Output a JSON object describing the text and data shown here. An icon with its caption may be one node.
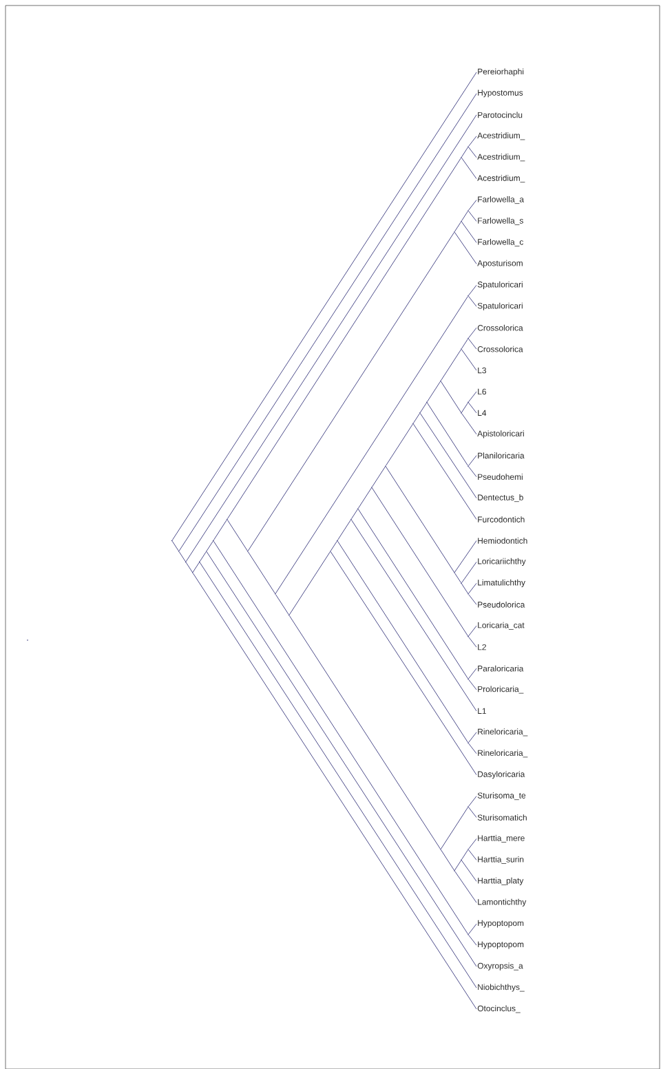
{
  "diagram": {
    "nodes": [
      {
        "text": [
          "Pereiorhaphi"
        ]
      },
      {
        "text": [
          "Hypostomus"
        ]
      },
      {
        "text": [
          "Parotocinclu"
        ]
      },
      {
        "text": [
          "Acestridium_"
        ]
      },
      {
        "text": [
          "Acestridium_"
        ]
      },
      {
        "text": [
          "Acestridium_"
        ]
      },
      {
        "text": [
          "Farlowella_a"
        ]
      },
      {
        "text": [
          "Farlowella_s"
        ]
      },
      {
        "text": [
          "Farlowella_c"
        ]
      },
      {
        "text": [
          "Aposturisom"
        ]
      },
      {
        "text": [
          "Spatuloricari"
        ]
      },
      {
        "text": [
          "Spatuloricari"
        ]
      },
      {
        "text": [
          "Crossolorica"
        ]
      },
      {
        "text": [
          "Crossolorica"
        ]
      },
      {
        "text": [
          "L3"
        ]
      },
      {
        "text": [
          "L6"
        ]
      },
      {
        "text": [
          "L4"
        ]
      },
      {
        "text": [
          "Apistoloricari"
        ]
      },
      {
        "text": [
          "Planiloricaria"
        ]
      },
      {
        "text": [
          "Pseudohemi"
        ]
      },
      {
        "text": [
          "Dentectus_b"
        ]
      },
      {
        "text": [
          "Furcodontich"
        ]
      },
      {
        "text": [
          "Hemiodontich"
        ]
      },
      {
        "text": [
          "Loricariichthy"
        ]
      },
      {
        "text": [
          "Limatulichthy"
        ]
      },
      {
        "text": [
          "Pseudolorica"
        ]
      },
      {
        "text": [
          "Loricaria_cat"
        ]
      },
      {
        "text": [
          "L2"
        ]
      },
      {
        "text": [
          "Paraloricaria"
        ]
      },
      {
        "text": [
          "Proloricaria_"
        ]
      },
      {
        "text": [
          "L1"
        ]
      },
      {
        "text": [
          "Rineloricaria_"
        ]
      },
      {
        "text": [
          "Rineloricaria_"
        ]
      },
      {
        "text": [
          "Dasyloricaria"
        ]
      },
      {
        "text": [
          "Sturisoma_te"
        ]
      },
      {
        "text": [
          "Sturisomatich"
        ]
      },
      {
        "text": [
          "Harttia_mere"
        ]
      },
      {
        "text": [
          "Harttia_surin"
        ]
      },
      {
        "text": [
          "Harttia_platy"
        ]
      },
      {
        "text": [
          "Lamontichthy"
        ]
      },
      {
        "text": [
          "Hypoptopom"
        ]
      },
      {
        "text": [
          "Hypoptopom"
        ]
      },
      {
        "text": [
          "Oxyropsis_a"
        ]
      },
      {
        "text": [
          "Niobichthys_"
        ]
      },
      {
        "text": [
          "Otocinclus_"
        ]
      },
      {
        "text": [],
        "shape": "point"
      },
      {
        "text": [],
        "shape": "point"
      },
      {
        "text": [],
        "shape": "point"
      },
      {
        "text": [],
        "shape": "point"
      },
      {
        "text": [],
        "shape": "point"
      },
      {
        "text": [],
        "shape": "point"
      },
      {
        "text": [],
        "shape": "point"
      },
      {
        "text": [],
        "shape": "point"
      },
      {
        "text": [],
        "shape": "point"
      },
      {
        "text": [],
        "shape": "point"
      },
      {
        "text": [],
        "shape": "point"
      },
      {
        "text": [],
        "shape": "point"
      },
      {
        "text": [],
        "shape": "point"
      },
      {
        "text": [],
        "shape": "point"
      },
      {
        "text": [],
        "shape": "point"
      },
      {
        "text": [],
        "shape": "point"
      },
      {
        "text": [],
        "shape": "point"
      },
      {
        "text": [],
        "shape": "point"
      },
      {
        "text": [],
        "shape": "point"
      },
      {
        "text": [],
        "shape": "point"
      },
      {
        "text": [],
        "shape": "point"
      },
      {
        "text": [],
        "shape": "point"
      },
      {
        "text": [],
        "shape": "point"
      },
      {
        "text": [],
        "shape": "point"
      },
      {
        "text": [],
        "shape": "point"
      },
      {
        "text": [],
        "shape": "point"
      },
      {
        "text": [],
        "shape": "point"
      },
      {
        "text": [],
        "shape": "point"
      },
      {
        "text": [],
        "shape": "point"
      },
      {
        "text": [],
        "shape": "point"
      },
      {
        "text": [],
        "shape": "point"
      },
      {
        "text": [],
        "shape": "point"
      },
      {
        "text": [],
        "shape": "point"
      },
      {
        "text": [],
        "shape": "point"
      },
      {
        "text": [],
        "shape": "point"
      },
      {
        "text": [],
        "shape": "point"
      },
      {
        "text": [],
        "shape": "point"
      },
      {
        "text": [],
        "shape": "point"
      },
      {
        "text": [],
        "shape": "point"
      },
      {
        "text": [],
        "shape": "point"
      },
      {
        "text": [],
        "shape": "point"
      },
      {
        "text": [],
        "shape": "point"
      },
      {
        "text": [],
        "shape": "point"
      },
      {
        "text": [],
        "shape": "point"
      },
      {
        "text": [],
        "shape": "point"
      }
    ],
    "edges": [
      {
        "from": 45,
        "to": 0,
        "arrow": "none"
      },
      {
        "from": 45,
        "to": 46,
        "arrow": "none"
      },
      {
        "from": 46,
        "to": 1,
        "arrow": "none"
      },
      {
        "from": 46,
        "to": 47,
        "arrow": "none"
      },
      {
        "from": 47,
        "to": 2,
        "arrow": "none"
      },
      {
        "from": 47,
        "to": 48,
        "arrow": "none"
      },
      {
        "from": 48,
        "to": 49,
        "arrow": "none"
      },
      {
        "from": 48,
        "to": 44,
        "arrow": "none"
      },
      {
        "from": 49,
        "to": 50,
        "arrow": "none"
      },
      {
        "from": 49,
        "to": 43,
        "arrow": "none"
      },
      {
        "from": 50,
        "to": 51,
        "arrow": "none"
      },
      {
        "from": 50,
        "to": 42,
        "arrow": "none"
      },
      {
        "from": 51,
        "to": 52,
        "arrow": "none"
      },
      {
        "from": 51,
        "to": 88,
        "arrow": "none"
      },
      {
        "from": 52,
        "to": 70,
        "arrow": "none"
      },
      {
        "from": 52,
        "to": 53,
        "arrow": "none"
      },
      {
        "from": 53,
        "to": 67,
        "arrow": "none"
      },
      {
        "from": 53,
        "to": 54,
        "arrow": "none"
      },
      {
        "from": 54,
        "to": 78,
        "arrow": "none"
      },
      {
        "from": 54,
        "to": 55,
        "arrow": "none"
      },
      {
        "from": 55,
        "to": 56,
        "arrow": "none"
      },
      {
        "from": 55,
        "to": 66,
        "arrow": "none"
      },
      {
        "from": 56,
        "to": 57,
        "arrow": "none"
      },
      {
        "from": 56,
        "to": 33,
        "arrow": "none"
      },
      {
        "from": 57,
        "to": 58,
        "arrow": "none"
      },
      {
        "from": 57,
        "to": 85,
        "arrow": "none"
      },
      {
        "from": 58,
        "to": 59,
        "arrow": "none"
      },
      {
        "from": 58,
        "to": 30,
        "arrow": "none"
      },
      {
        "from": 59,
        "to": 60,
        "arrow": "none"
      },
      {
        "from": 59,
        "to": 84,
        "arrow": "none"
      },
      {
        "from": 60,
        "to": 61,
        "arrow": "none"
      },
      {
        "from": 60,
        "to": 83,
        "arrow": "none"
      },
      {
        "from": 61,
        "to": 62,
        "arrow": "none"
      },
      {
        "from": 61,
        "to": 68,
        "arrow": "none"
      },
      {
        "from": 62,
        "to": 63,
        "arrow": "none"
      },
      {
        "from": 62,
        "to": 21,
        "arrow": "none"
      },
      {
        "from": 63,
        "to": 64,
        "arrow": "none"
      },
      {
        "from": 63,
        "to": 20,
        "arrow": "none"
      },
      {
        "from": 64,
        "to": 65,
        "arrow": "none"
      },
      {
        "from": 64,
        "to": 81,
        "arrow": "none"
      },
      {
        "from": 65,
        "to": 72,
        "arrow": "none"
      },
      {
        "from": 65,
        "to": 73,
        "arrow": "none"
      },
      {
        "from": 66,
        "to": 86,
        "arrow": "none"
      },
      {
        "from": 66,
        "to": 69,
        "arrow": "none"
      },
      {
        "from": 67,
        "to": 71,
        "arrow": "none"
      },
      {
        "from": 67,
        "to": 9,
        "arrow": "none"
      },
      {
        "from": 68,
        "to": 22,
        "arrow": "none"
      },
      {
        "from": 68,
        "to": 74,
        "arrow": "none"
      },
      {
        "from": 69,
        "to": 75,
        "arrow": "none"
      },
      {
        "from": 69,
        "to": 39,
        "arrow": "none"
      },
      {
        "from": 70,
        "to": 76,
        "arrow": "none"
      },
      {
        "from": 70,
        "to": 5,
        "arrow": "none"
      },
      {
        "from": 71,
        "to": 77,
        "arrow": "none"
      },
      {
        "from": 71,
        "to": 8,
        "arrow": "none"
      },
      {
        "from": 72,
        "to": 79,
        "arrow": "none"
      },
      {
        "from": 72,
        "to": 14,
        "arrow": "none"
      },
      {
        "from": 73,
        "to": 80,
        "arrow": "none"
      },
      {
        "from": 73,
        "to": 17,
        "arrow": "none"
      },
      {
        "from": 74,
        "to": 23,
        "arrow": "none"
      },
      {
        "from": 74,
        "to": 82,
        "arrow": "none"
      },
      {
        "from": 75,
        "to": 87,
        "arrow": "none"
      },
      {
        "from": 75,
        "to": 38,
        "arrow": "none"
      },
      {
        "from": 76,
        "to": 3,
        "arrow": "none"
      },
      {
        "from": 76,
        "to": 4,
        "arrow": "none"
      },
      {
        "from": 77,
        "to": 6,
        "arrow": "none"
      },
      {
        "from": 77,
        "to": 7,
        "arrow": "none"
      },
      {
        "from": 78,
        "to": 10,
        "arrow": "none"
      },
      {
        "from": 78,
        "to": 11,
        "arrow": "none"
      },
      {
        "from": 79,
        "to": 12,
        "arrow": "none"
      },
      {
        "from": 79,
        "to": 13,
        "arrow": "none"
      },
      {
        "from": 80,
        "to": 15,
        "arrow": "none"
      },
      {
        "from": 80,
        "to": 16,
        "arrow": "none"
      },
      {
        "from": 81,
        "to": 18,
        "arrow": "none"
      },
      {
        "from": 81,
        "to": 19,
        "arrow": "none"
      },
      {
        "from": 82,
        "to": 24,
        "arrow": "none"
      },
      {
        "from": 82,
        "to": 25,
        "arrow": "none"
      },
      {
        "from": 83,
        "to": 26,
        "arrow": "none"
      },
      {
        "from": 83,
        "to": 27,
        "arrow": "none"
      },
      {
        "from": 84,
        "to": 28,
        "arrow": "none"
      },
      {
        "from": 84,
        "to": 29,
        "arrow": "none"
      },
      {
        "from": 85,
        "to": 31,
        "arrow": "none"
      },
      {
        "from": 85,
        "to": 32,
        "arrow": "none"
      },
      {
        "from": 86,
        "to": 34,
        "arrow": "none"
      },
      {
        "from": 86,
        "to": 35,
        "arrow": "none"
      },
      {
        "from": 87,
        "to": 36,
        "arrow": "none"
      },
      {
        "from": 87,
        "to": 37,
        "arrow": "none"
      },
      {
        "from": 88,
        "to": 40,
        "arrow": "none"
      },
      {
        "from": 88,
        "to": 41,
        "arrow": "none"
      }
    ]
  }
}
